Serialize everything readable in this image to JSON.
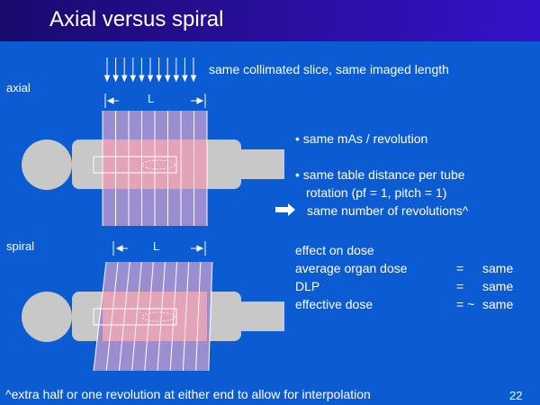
{
  "slide": {
    "title": "Axial versus spiral",
    "page_number": "22",
    "footnote": "^extra half or one revolution at either end to allow for interpolation"
  },
  "labels": {
    "axial": "axial",
    "spiral": "spiral",
    "length_axial": "L",
    "length_spiral": "L",
    "collimated": "same collimated slice, same imaged length"
  },
  "bullets": {
    "b1": "• same mAs / revolution",
    "b2_line1": "• same table distance per tube",
    "b2_line2": "rotation (pf = 1, pitch = 1)",
    "result": "same number of revolutions^"
  },
  "dose": {
    "heading": "effect on dose",
    "rows": [
      {
        "name": "average organ dose",
        "op": "=",
        "value": "same"
      },
      {
        "name": "DLP",
        "op": "=",
        "value": "same"
      },
      {
        "name": "effective dose",
        "op": "= ~",
        "value": "same"
      }
    ]
  },
  "colors": {
    "background": "#0b5bd3",
    "title_bar": "#2a0fa0",
    "phantom": "#c8c8c8",
    "slice": "#9a8ed0",
    "overlap": "#f0a8b4"
  }
}
